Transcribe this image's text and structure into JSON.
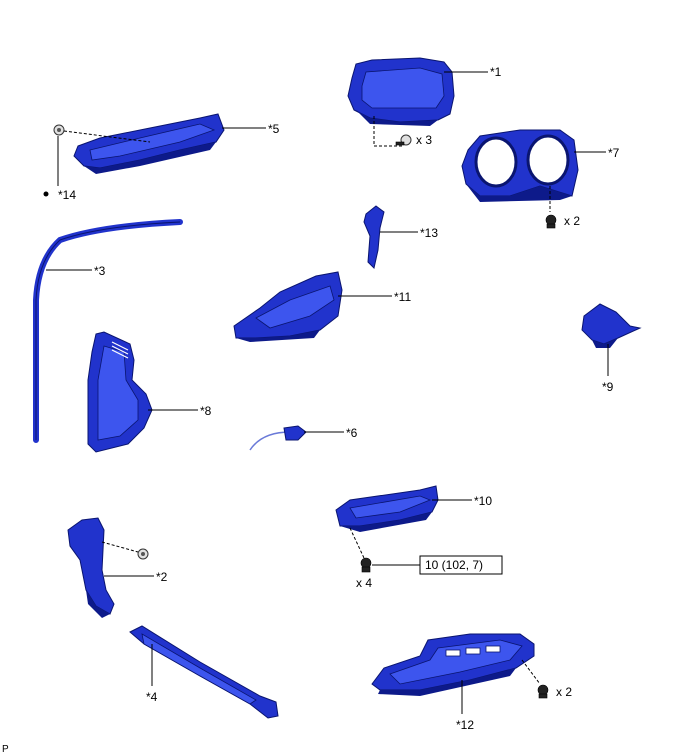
{
  "parts": [
    {
      "id": "p1",
      "label": "*1"
    },
    {
      "id": "p2",
      "label": "*2"
    },
    {
      "id": "p3",
      "label": "*3"
    },
    {
      "id": "p4",
      "label": "*4"
    },
    {
      "id": "p5",
      "label": "*5"
    },
    {
      "id": "p6",
      "label": "*6"
    },
    {
      "id": "p7",
      "label": "*7"
    },
    {
      "id": "p8",
      "label": "*8"
    },
    {
      "id": "p9",
      "label": "*9"
    },
    {
      "id": "p10",
      "label": "*10"
    },
    {
      "id": "p11",
      "label": "*11"
    },
    {
      "id": "p12",
      "label": "*12"
    },
    {
      "id": "p13",
      "label": "*13"
    },
    {
      "id": "p14",
      "label": "*14"
    }
  ],
  "quantities": {
    "q_clip_meter": "x 3",
    "q_bolt_cluster": "x 2",
    "q_bolt_lower": "x 4",
    "q_bolt_right": "x 2"
  },
  "torque": "10 (102, 7)",
  "corner_mark": "P",
  "colors": {
    "part_blue": "#2133cc",
    "outline": "#0a1570"
  }
}
